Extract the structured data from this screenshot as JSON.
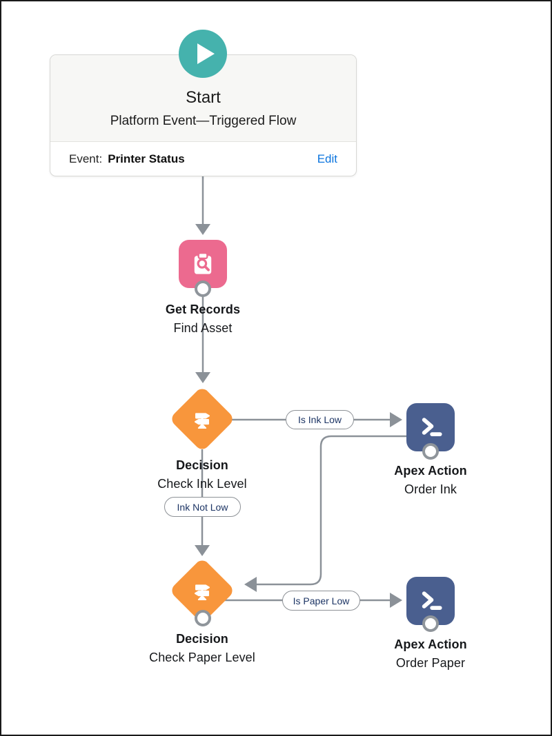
{
  "start_card": {
    "title": "Start",
    "subtitle": "Platform Event—Triggered Flow",
    "event_label": "Event:",
    "event_value": "Printer Status",
    "edit_label": "Edit"
  },
  "nodes": {
    "get_records": {
      "title": "Get Records",
      "subtitle": "Find Asset"
    },
    "decision_ink": {
      "title": "Decision",
      "subtitle": "Check Ink Level"
    },
    "apex_order_ink": {
      "title": "Apex Action",
      "subtitle": "Order Ink"
    },
    "decision_paper": {
      "title": "Decision",
      "subtitle": "Check Paper Level"
    },
    "apex_order_paper": {
      "title": "Apex Action",
      "subtitle": "Order Paper"
    }
  },
  "connector_labels": {
    "is_ink_low": "Is Ink Low",
    "ink_not_low": "Ink Not Low",
    "is_paper_low": "Is Paper Low"
  },
  "colors": {
    "start_accent": "#45b2ad",
    "get_records": "#ec6a8f",
    "decision": "#f8963c",
    "apex_action": "#4a5f8f",
    "connector": "#8b9198",
    "edit_link": "#0b74de",
    "pill_text": "#1c3464"
  }
}
